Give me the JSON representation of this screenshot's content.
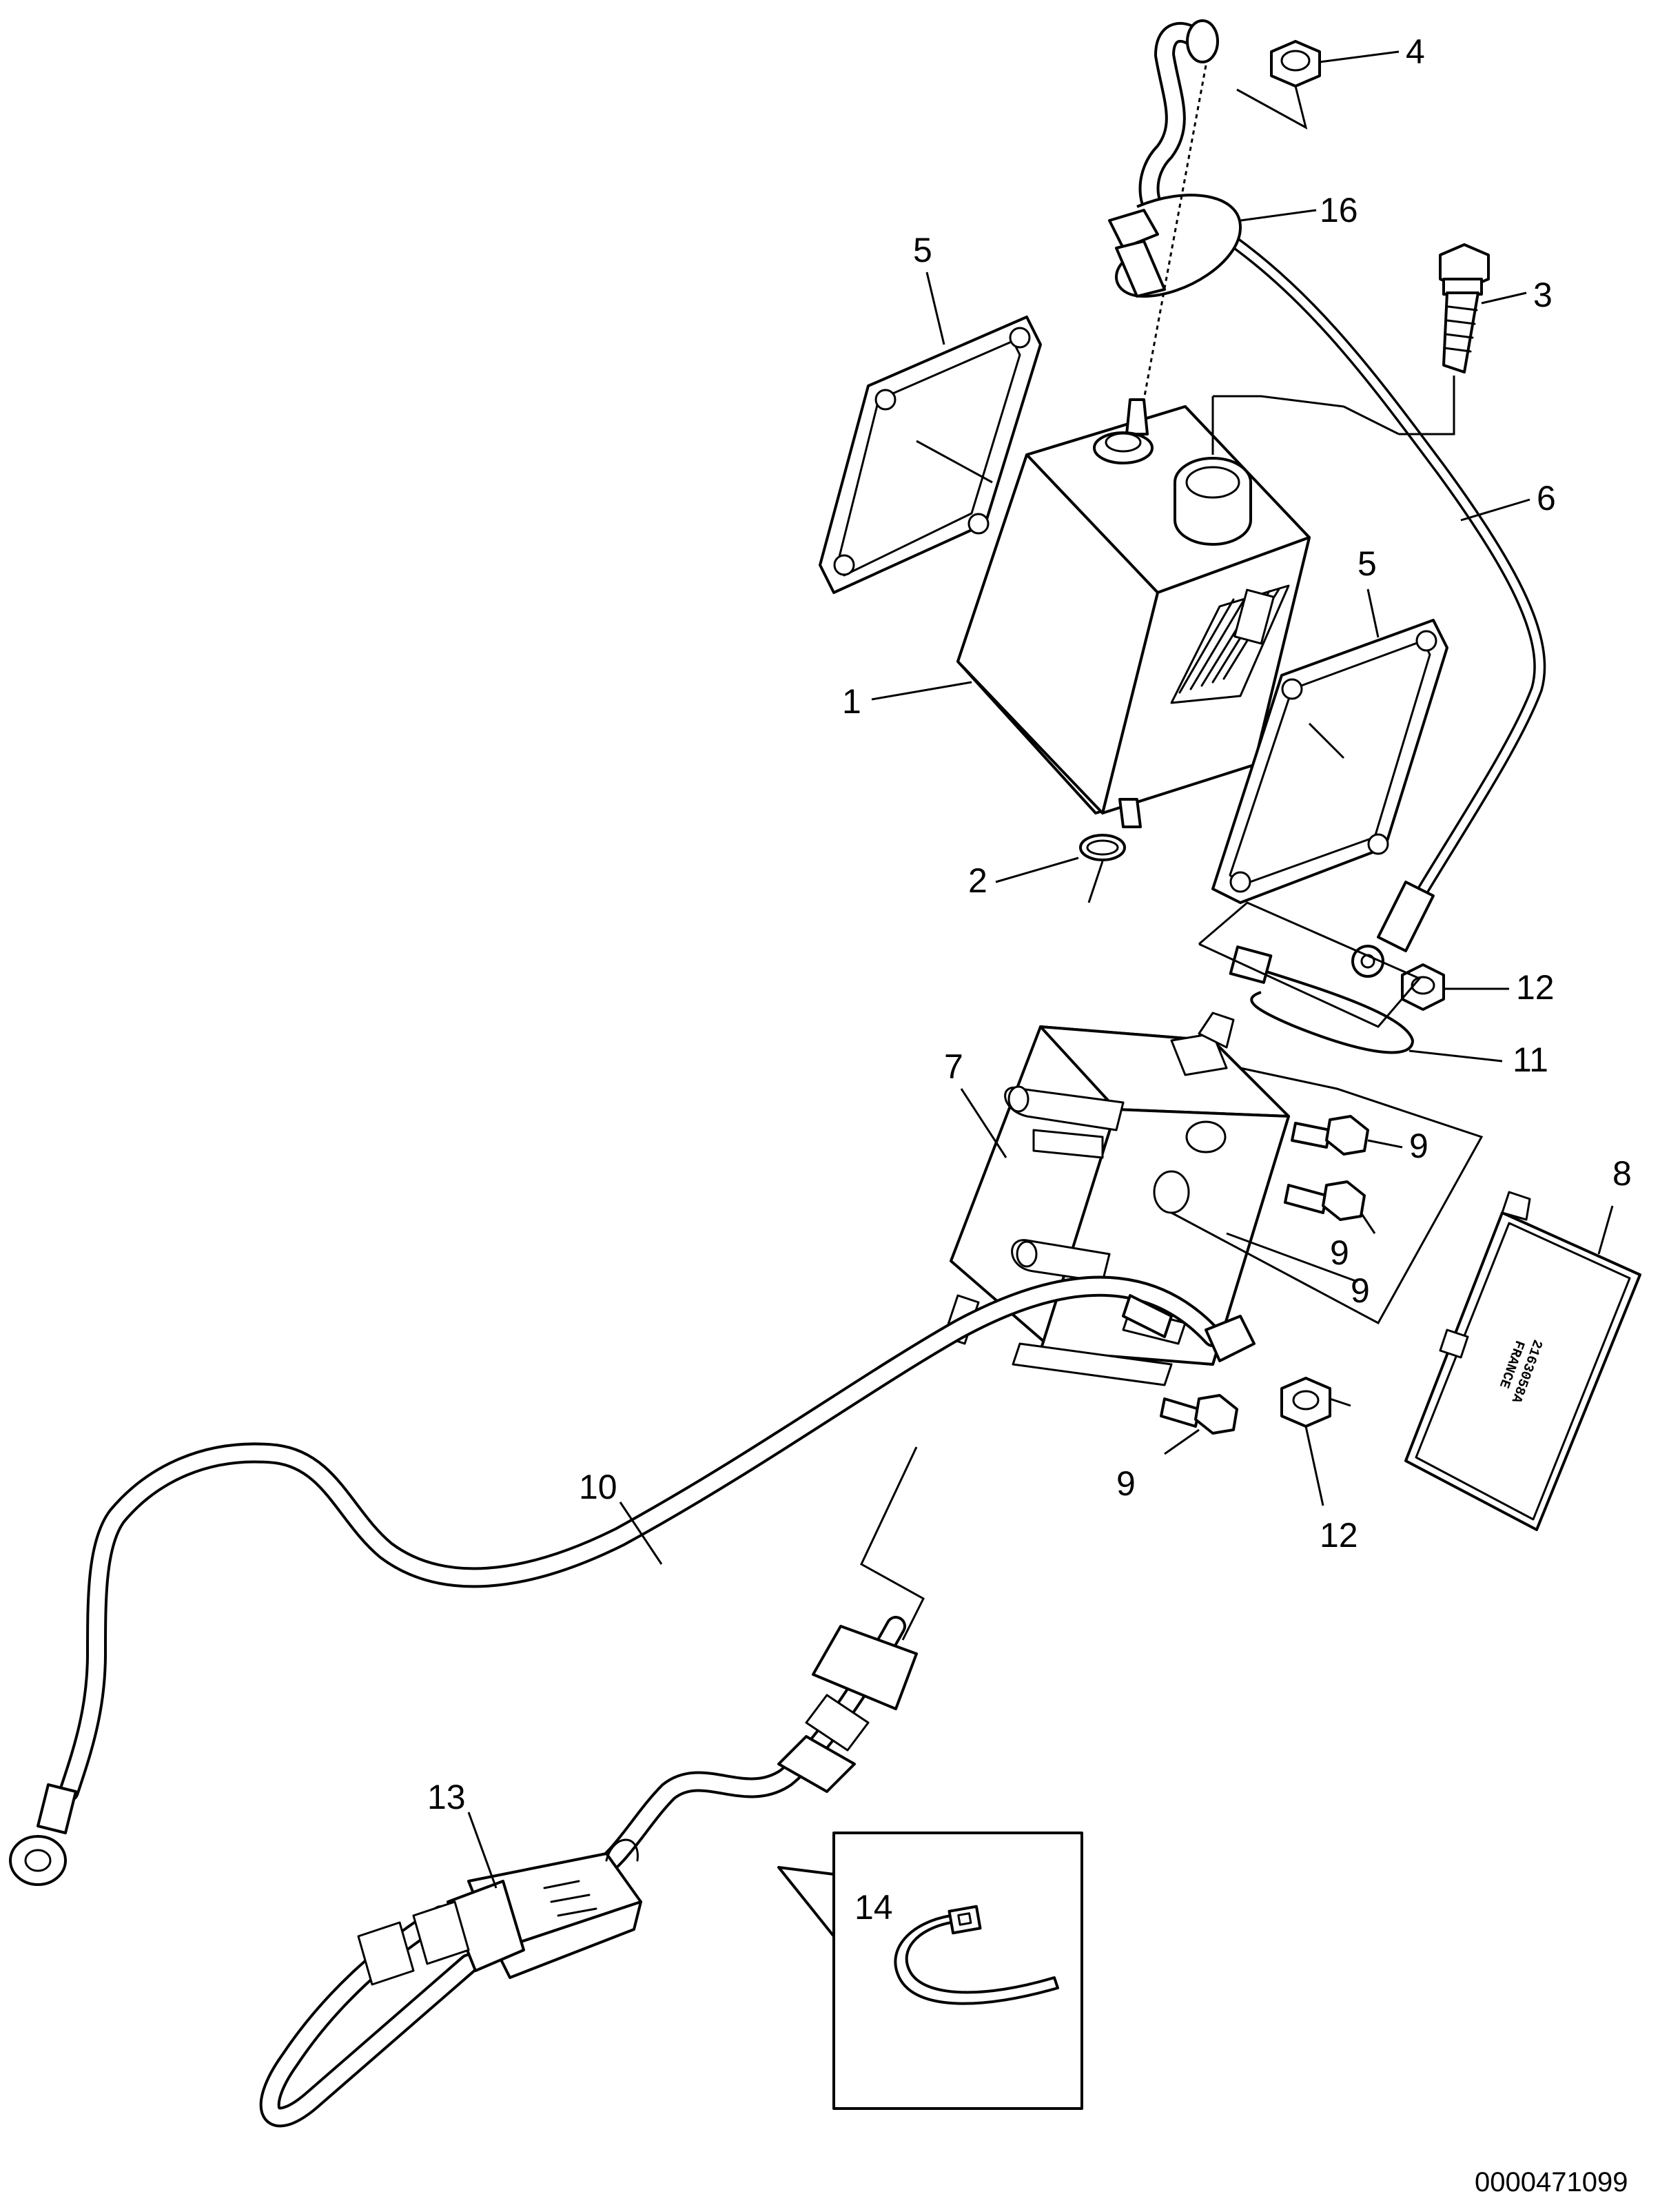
{
  "callouts": {
    "c1": "1",
    "c2": "2",
    "c3": "3",
    "c4": "4",
    "c5a": "5",
    "c5b": "5",
    "c6": "6",
    "c7": "7",
    "c8": "8",
    "c9a": "9",
    "c9b": "9",
    "c9c": "9",
    "c9d": "9",
    "c10": "10",
    "c11": "11",
    "c12a": "12",
    "c12b": "12",
    "c13": "13",
    "c14": "14",
    "c16": "16"
  },
  "document_id": "0000471099",
  "module_stamp": {
    "line1": "2163058A",
    "line2": "FRANCE"
  }
}
